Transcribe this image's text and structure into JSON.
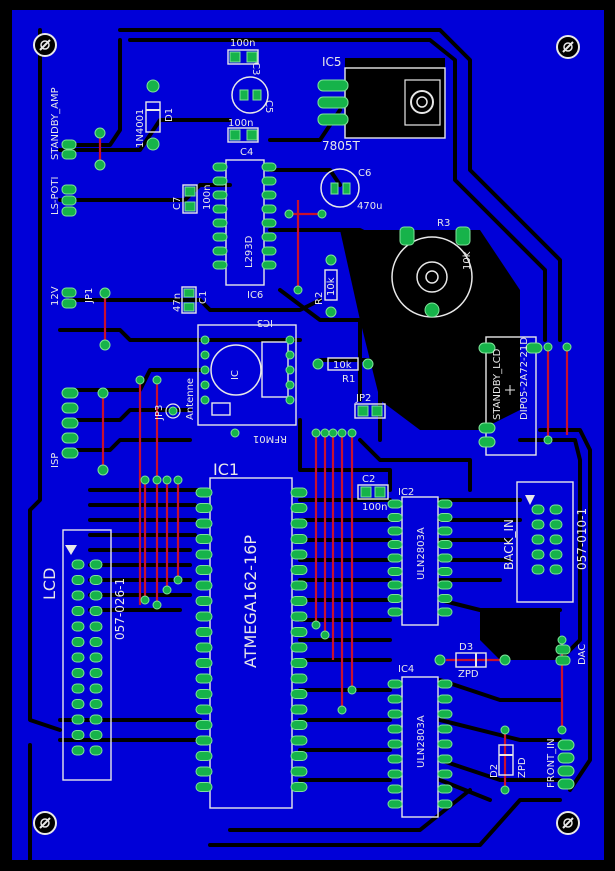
{
  "board": {
    "bg_color": "#0000d8",
    "trace_color": "#000000",
    "pad_color": "#16b34a",
    "jumper_color": "#c8102e",
    "silk_color": "#e8e8e8"
  },
  "labels": {
    "c3_value": "100n",
    "c3_name": "C3",
    "c5_name": "C5",
    "c4_value": "100n",
    "c4_name": "C4",
    "ic5_name": "IC5",
    "ic5_value": "7805T",
    "d1_value": "1N4001",
    "d1_name": "D1",
    "standby_amp": "STANDBY_AMP",
    "ls_poti": "LS-POTI",
    "c7_name": "C7",
    "c7_value": "100n",
    "c6_name": "C6",
    "c6_value": "470u",
    "l293d": "L293D",
    "ic6_name": "IC6",
    "r3_name": "R3",
    "r3_value": "10k",
    "r2_name": "R2",
    "r2_value": "10k",
    "v12": "12V",
    "jp1": "JP1",
    "c1_name": "C1",
    "c1_value": "47n",
    "ic3_name": "IC3",
    "rfm01": "RFM01",
    "antenne": "Antenne",
    "jp3": "JP3",
    "isp": "ISP",
    "r1_name": "R1",
    "r1_value": "10k",
    "jp2": "JP2",
    "standby_lcd": "STANDBY_LCD",
    "dip_switch": "DIP05-2A72-21D",
    "c2_name": "C2",
    "c2_value": "100n",
    "ic1_name": "IC1",
    "ic1_value": "ATMEGA162-16P",
    "ic2_name": "IC2",
    "ic2_value": "ULN2803A",
    "ic4_name": "IC4",
    "ic4_value": "ULN2803A",
    "back_in": "BACK_IN",
    "back_conn": "057-010-1",
    "lcd": "LCD",
    "lcd_conn": "057-026-1",
    "d3_name": "D3",
    "d3_value": "ZPD",
    "dac": "DAC",
    "d2_name": "D2",
    "d2_value": "ZPD",
    "front_in": "FRONT_IN",
    "ic_label": "IC"
  }
}
